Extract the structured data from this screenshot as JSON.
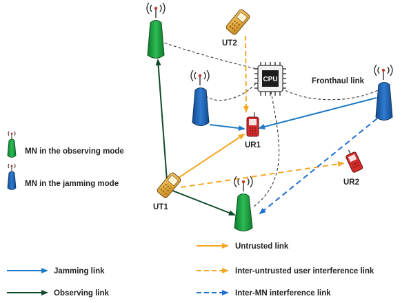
{
  "labels": {
    "ut2": "UT2",
    "ur1": "UR1",
    "ur2": "UR2",
    "ut1": "UT1",
    "cpu": "CPU",
    "fronthaul": "Fronthaul link"
  },
  "mn_legend": {
    "observing": "MN in the observing mode",
    "jamming": "MN in the jamming mode"
  },
  "link_legend": {
    "untrusted": "Untrusted link",
    "jamming": "Jamming link",
    "inter_user": "Inter-untrusted user interference link",
    "observing": "Observing link",
    "inter_mn": "Inter-MN interference link"
  },
  "colors": {
    "observing_mn": "#1a9b3c",
    "jamming_mn": "#1f5fb0",
    "untrusted": "#f5a623",
    "jamming_link": "#1f7ac4",
    "observing_link": "#0f4a2a",
    "inter_mn": "#1f6fd0",
    "fronthaul": "#333333"
  }
}
